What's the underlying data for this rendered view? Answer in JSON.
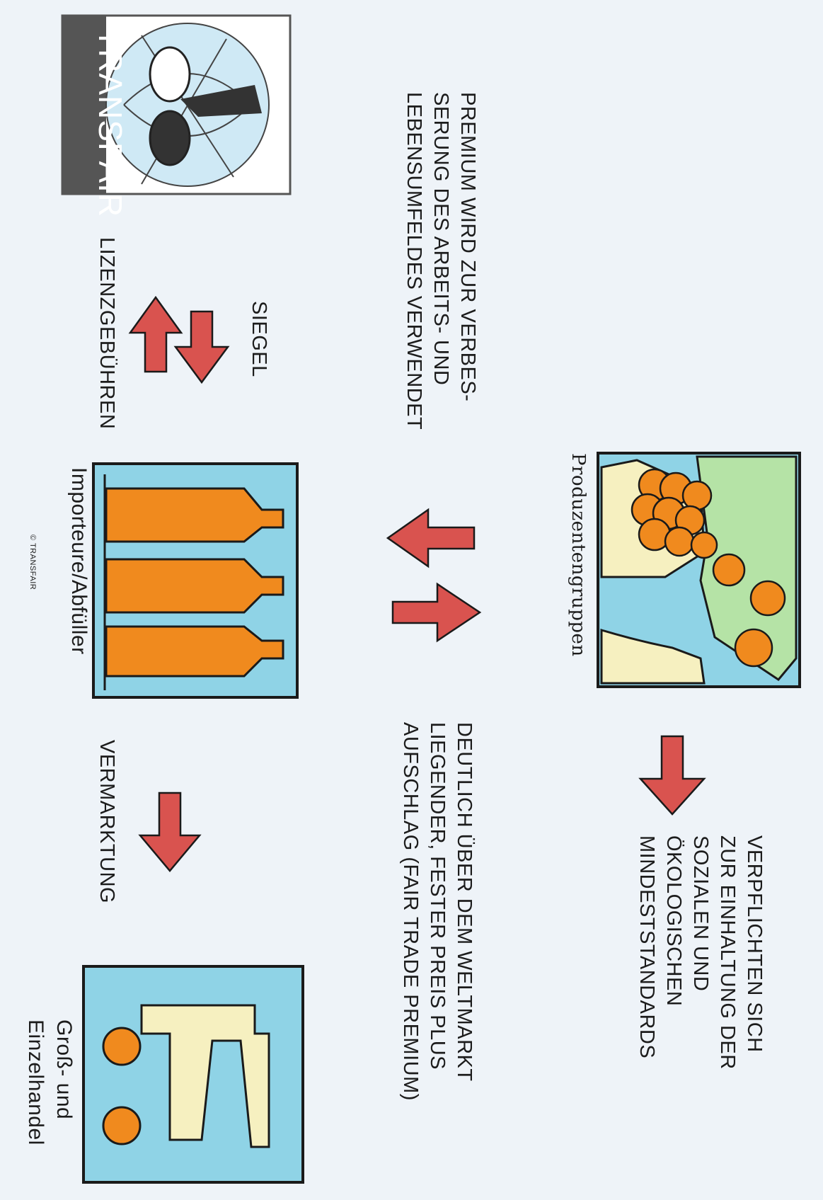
{
  "logo": {
    "text": "TRANSFAIR"
  },
  "texts": {
    "premium": [
      "PREMIUM WIRD ZUR VERBES-",
      "SERUNG DES ARBEITS- UND",
      "LEBENSUMFELDES VERWENDET"
    ],
    "siegel": "SIEGEL",
    "lizenz": "LIZENZGEBÜHREN",
    "produzenten": "Produzentengruppen",
    "verpflichten": [
      "VERPFLICHTEN SICH",
      "ZUR EINHALTUNG DER",
      "SOZIALEN UND",
      "ÖKOLOGISCHEN",
      "MINDESTSTANDARDS"
    ],
    "deutlich": [
      "DEUTLICH ÜBER DEM WELTMARKT",
      "LIEGENDER, FESTER PREIS PLUS",
      "AUFSCHLAG (FAIR TRADE PREMIUM)"
    ],
    "importeure": "Importeure/Abfüller",
    "vermarktung": "VERMARKTUNG",
    "handel": [
      "Groß- und",
      "Einzelhandel"
    ],
    "copyright": "© TRANSFAIR"
  },
  "colors": {
    "arrow": "#d9534f",
    "panel_blue": "#8fd3e6",
    "orange": "#f08a1e",
    "leaf_green": "#b5e3a6",
    "cream": "#f6f0c0",
    "outline": "#1a1a1a",
    "background": "#eef3f8"
  }
}
